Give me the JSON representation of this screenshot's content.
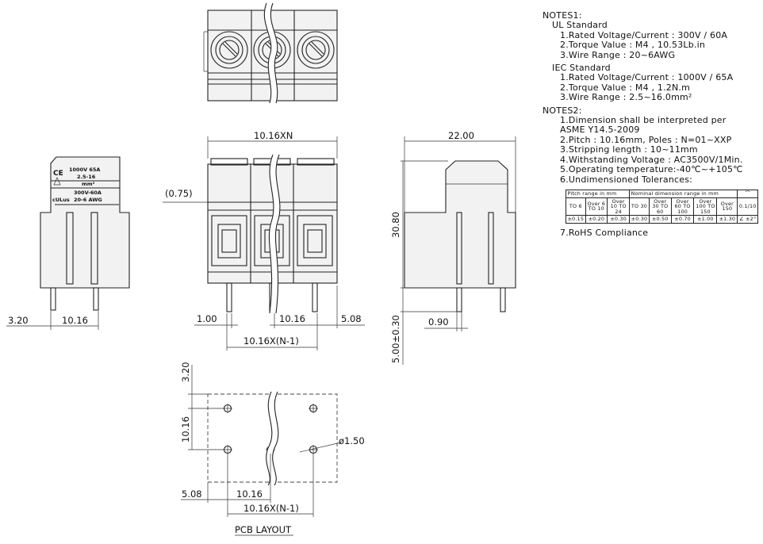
{
  "notes1": {
    "title": "NOTES1:",
    "ul_title": "UL Standard",
    "ul_items": [
      "1.Rated Voltage/Current : 300V / 60A",
      "2.Torque Value : M4 , 10.53Lb.in",
      "3.Wire Range : 20~6AWG"
    ],
    "iec_title": "IEC Standard",
    "iec_items": [
      "1.Rated Voltage/Current : 1000V / 65A",
      "2.Torque Value : M4 , 1.2N.m",
      "3.Wire Range : 2.5~16.0mm²"
    ]
  },
  "notes2": {
    "title": "NOTES2:",
    "items": [
      "1.Dimension shall be interpreted per",
      "ASME Y14.5-2009",
      "2.Pitch : 10.16mm, Poles : N=01~XXP",
      "3.Stripping length : 10~11mm",
      "4.Withstanding Voltage : AC3500V/1Min.",
      "5.Operating temperature:-40℃~+105℃",
      "6.Undimensioned Tolerances:"
    ],
    "rohs": "7.RoHS Compliance"
  },
  "tolerance_table": {
    "pitch_header": "Pitch range in mm",
    "nominal_header": "Nominal dimension range in mm",
    "ranges": [
      "TO 6",
      "Over 6 TO 10",
      "Over 10 TO 24",
      "TO 30",
      "Over 30 TO 60",
      "Over 60 TO 100",
      "Over 100 TO 150",
      "Over 150"
    ],
    "tolerances": [
      "±0.15",
      "±0.20",
      "±0.30",
      "±0.30",
      "±0.50",
      "±0.70",
      "±1.00",
      "±1.30"
    ],
    "flatness_symbol": "⌒",
    "flatness": "0.1/10",
    "angle_symbol": "∠",
    "angle": "±2°"
  },
  "label": {
    "ul_line1": "1000V 65A",
    "ul_line2": "2.5-16",
    "ul_line3": "mm²",
    "ul_line4": "300V-60A",
    "ul_line5": "20-6 AWG"
  },
  "dimensions": {
    "width_front": "10.16XN",
    "offset_075": "(0.75)",
    "d_100": "1.00",
    "d_1016_front": "10.16",
    "d_508_front": "5.08",
    "pitch_front": "10.16X(N-1)",
    "d_320_left": "3.20",
    "d_1016_left": "10.16",
    "d_2200": "22.00",
    "d_3080": "30.80",
    "d_090": "0.90",
    "d_500": "5.00±0.30",
    "pcb_320": "3.20",
    "pcb_1016_v": "10.16",
    "pcb_hole": "ø1.50",
    "pcb_508": "5.08",
    "pcb_1016_h": "10.16",
    "pcb_pitch": "10.16X(N-1)",
    "pcb_title": "PCB LAYOUT"
  }
}
